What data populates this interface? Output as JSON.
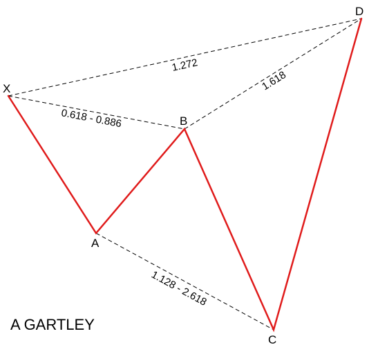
{
  "diagram": {
    "title": "A GARTLEY",
    "points": {
      "X": "X",
      "A": "A",
      "B": "B",
      "C": "C",
      "D": "D"
    },
    "ratios": {
      "xb": "0.618 - 0.886",
      "xd": "1.272",
      "bd": "1.618",
      "ac": "1.128 - 2.618"
    },
    "colors": {
      "legs": "#e01b1b",
      "guides": "#000000"
    }
  }
}
